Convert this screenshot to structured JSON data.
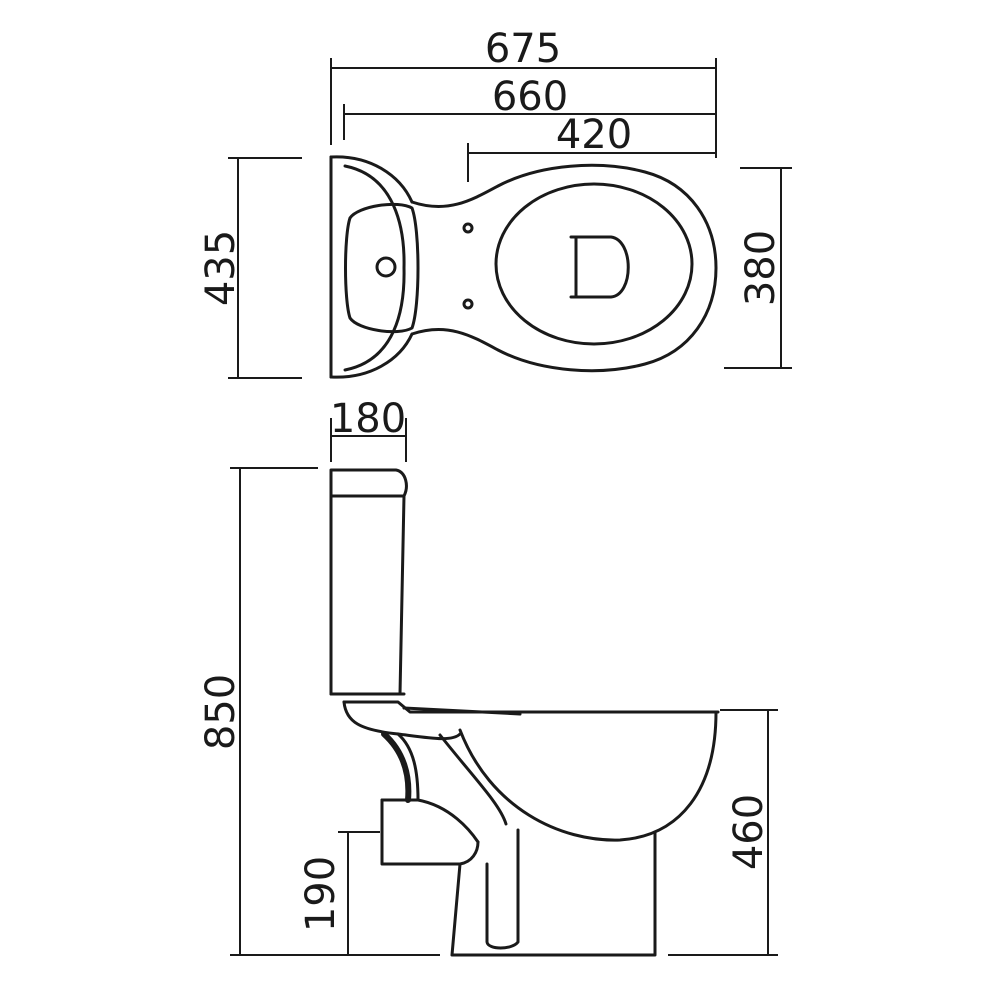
{
  "drawing": {
    "colors": {
      "line": "#1a1a1a",
      "background": "#ffffff"
    },
    "top_view": {
      "dimensions": {
        "overall_length": "675",
        "pan_length": "660",
        "seat_length": "420",
        "tank_width": "435",
        "bowl_width": "380"
      }
    },
    "side_view": {
      "dimensions": {
        "tank_depth": "180",
        "overall_height": "850",
        "seat_height": "460",
        "outlet_height": "190"
      }
    }
  }
}
